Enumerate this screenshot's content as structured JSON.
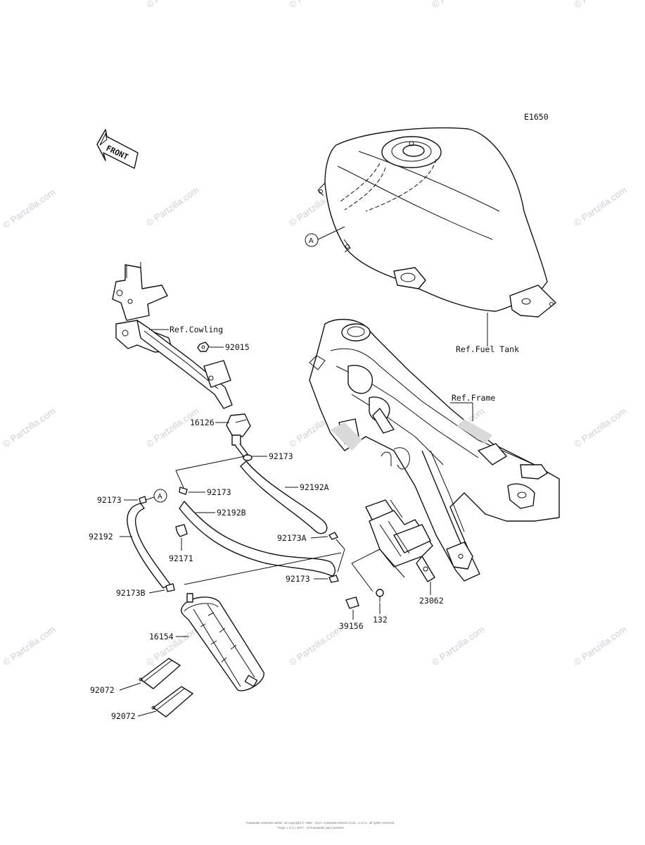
{
  "diagram_code": "E1650",
  "front_label": "FRONT",
  "watermark": "© Partzilla.com",
  "circle_ref": "A",
  "refs": {
    "cowling": "Ref.Cowling",
    "fuel_tank": "Ref.Fuel Tank",
    "frame": "Ref.Frame"
  },
  "part_numbers": {
    "p92015": "92015",
    "p16126": "16126",
    "p92173_top": "92173",
    "p92173_mid": "92173",
    "p92192A": "92192A",
    "p92192B": "92192B",
    "p92173_left": "92173",
    "p92192": "92192",
    "p92171": "92171",
    "p92173A": "92173A",
    "p92173_right": "92173",
    "p92173B": "92173B",
    "p16154": "16154",
    "p92072_a": "92072",
    "p92072_b": "92072",
    "p23062": "23062",
    "p39156": "39156",
    "p132": "132"
  },
  "footer": {
    "line1": "Kawasaki materials within, all copyright © 1985 - 2017, Kawasaki Motors Corp., U.S.A., all rights reserved.",
    "line2": "Page 1 of 1 | 2017 · All Kawasaki part numbers"
  }
}
